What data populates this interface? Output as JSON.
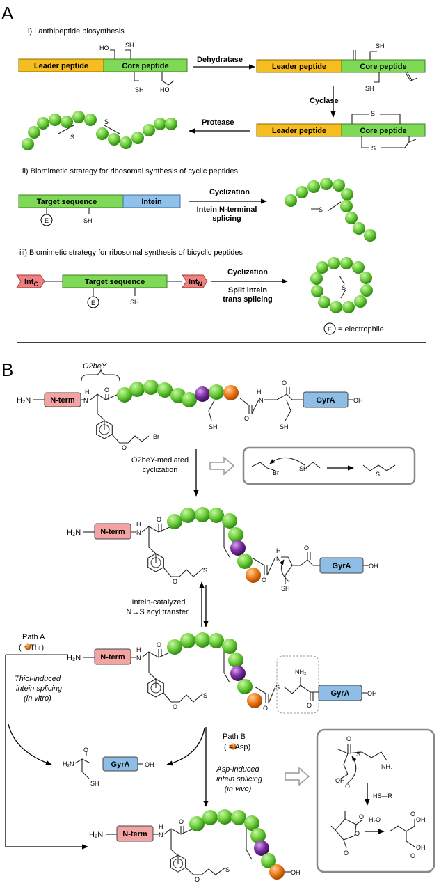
{
  "panel_a": {
    "label": "A",
    "section_i": "i) Lanthipeptide biosynthesis",
    "section_ii": "ii) Biomimetic strategy for ribosomal synthesis of cyclic peptides",
    "section_iii": "iii) Biomimetic strategy for ribosomal synthesis of bicyclic peptides",
    "leader_peptide": "Leader peptide",
    "core_peptide": "Core peptide",
    "dehydratase": "Dehydratase",
    "cyclase": "Cyclase",
    "protease": "Protease",
    "target_sequence": "Target sequence",
    "intein": "Intein",
    "cyclization": "Cyclization",
    "intein_n_terminal_1": "Intein N-terminal",
    "intein_n_terminal_2": "splicing",
    "split_intein_1": "Split intein",
    "split_intein_2": "trans splicing",
    "int_c": "Int",
    "int_c_sub": "C",
    "int_n": "Int",
    "int_n_sub": "N",
    "e": "E",
    "sh": "SH",
    "ho": "HO",
    "s": "S",
    "electrophile_legend": "= electrophile"
  },
  "panel_b": {
    "label": "B",
    "o2bey": "O2beY",
    "h2n": "H₂N",
    "n_term": "N-term",
    "gyra": "GyrA",
    "oh": "OH",
    "sh": "SH",
    "br": "Br",
    "nh": "N",
    "h": "H",
    "o": "O",
    "s": "S",
    "step1_1": "O2beY-mediated",
    "step1_2": "cyclization",
    "step2_1": "Intein-catalyzed",
    "step2_2": "N→S acyl transfer",
    "path_a": "Path A",
    "path_a_def": "( = Thr)",
    "path_a_desc_1": "Thiol-induced",
    "path_a_desc_2": "intein splicing",
    "path_a_desc_3": "(in vitro)",
    "path_b": "Path B",
    "path_b_def": "( = Asp)",
    "path_b_desc_1": "Asp-induced",
    "path_b_desc_2": "intein splicing",
    "path_b_desc_3": "(in vivo)",
    "hs_r": "HS—R",
    "h2o": "H₂O",
    "nh2": "NH₂"
  },
  "colors": {
    "leader": "#f5bd1f",
    "core": "#7ed957",
    "intein": "#8fc1ea",
    "split_intein": "#f08080",
    "bead_green": "#6fce3a",
    "bead_purple": "#7b2fa0",
    "bead_orange": "#ee7a1a",
    "n_term_box": "#f4a3a3",
    "gyra_box": "#8ebde6"
  }
}
